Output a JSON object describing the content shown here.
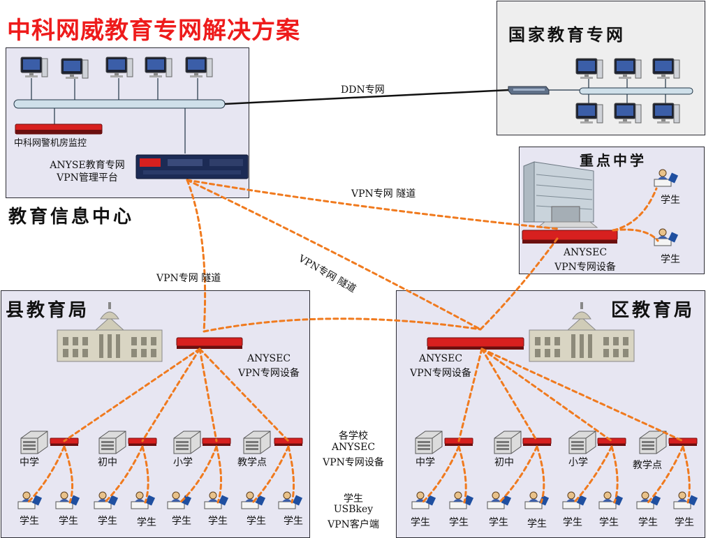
{
  "title": "中科网威教育专网解决方案",
  "center": {
    "name": "教育信息中心",
    "monitor_label": "中科网警机房监控",
    "platform_label_1": "ANYSE教育专网",
    "platform_label_2": "VPN管理平台"
  },
  "national": {
    "name": "国家教育专网"
  },
  "links": {
    "ddn": "DDN专网",
    "tunnel_1": "VPN专网 隧道",
    "tunnel_2": "VPN专网 隧道",
    "tunnel_3": "VPN专网 隧道"
  },
  "keyschool": {
    "name": "重点中学",
    "device_1": "ANYSEC",
    "device_2": "VPN专网设备",
    "student_a": "学生",
    "student_b": "学生"
  },
  "county": {
    "name": "县教育局",
    "device_1": "ANYSEC",
    "device_2": "VPN专网设备",
    "schools": [
      "中学",
      "初中",
      "小学",
      "教学点"
    ],
    "students": [
      "学生",
      "学生",
      "学生",
      "学生",
      "学生",
      "学生",
      "学生",
      "学生"
    ]
  },
  "district": {
    "name": "区教育局",
    "device_1": "ANYSEC",
    "device_2": "VPN专网设备",
    "schools": [
      "中学",
      "初中",
      "小学",
      "教学点"
    ],
    "students": [
      "学生",
      "学生",
      "学生",
      "学生",
      "学生",
      "学生",
      "学生",
      "学生"
    ]
  },
  "legend": {
    "schools_1": "各学校",
    "schools_2": "ANYSEC",
    "schools_3": "VPN专网设备",
    "client_1": "学生",
    "client_2": "USBkey",
    "client_3": "VPN客户端"
  },
  "colors": {
    "tunnel": "#f07a1e",
    "device": "#d7201f",
    "panel": "#e7e6f2",
    "title": "#ee1b1b"
  }
}
